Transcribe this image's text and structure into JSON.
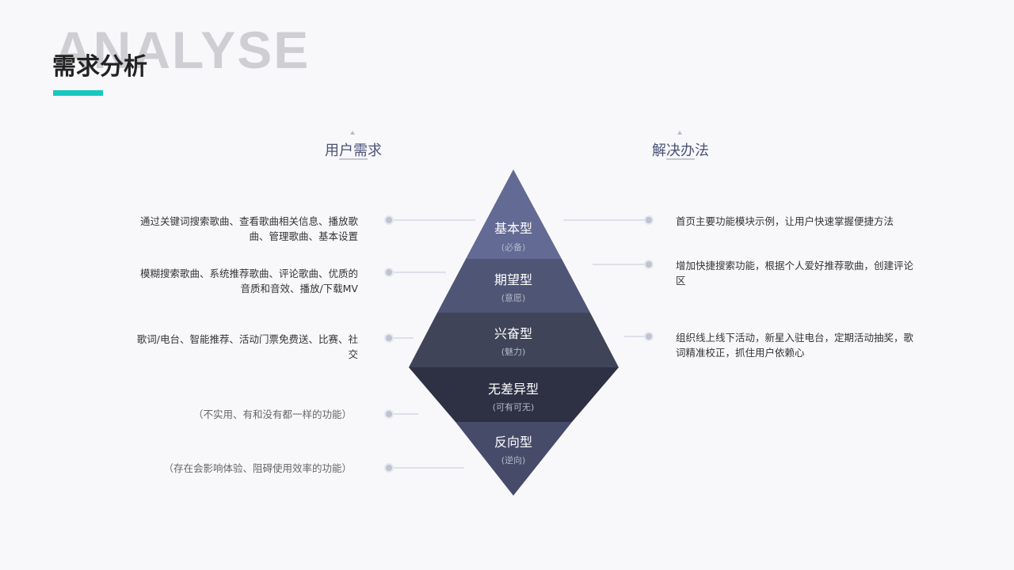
{
  "header": {
    "watermark": "ANALYSE",
    "title": "需求分析"
  },
  "columns": {
    "left_heading": "用户需求",
    "right_heading": "解决办法"
  },
  "tiers": [
    {
      "name": "基本型",
      "sub": "(必备)"
    },
    {
      "name": "期望型",
      "sub": "(意愿)"
    },
    {
      "name": "兴奋型",
      "sub": "(魅力)"
    },
    {
      "name": "无差异型",
      "sub": "(可有可无)"
    },
    {
      "name": "反向型",
      "sub": "(逆向)"
    }
  ],
  "user_needs": [
    "通过关键词搜索歌曲、查看歌曲相关信息、播放歌曲、管理歌曲、基本设置",
    "模糊搜索歌曲、系统推荐歌曲、评论歌曲、优质的音质和音效、播放/下载MV",
    "歌词/电台、智能推荐、活动门票免费送、比赛、社交",
    "（不实用、有和没有都一样的功能）",
    "（存在会影响体验、阻碍使用效率的功能）"
  ],
  "solutions": [
    "首页主要功能模块示例，让用户快速掌握便捷方法",
    "增加快捷搜索功能，根据个人爱好推荐歌曲，创建评论区",
    "组织线上线下活动，新星入驻电台，定期活动抽奖，歌词精准校正，抓住用户依赖心"
  ],
  "colors": {
    "accent": "#18c7bf",
    "tier_1": "#636a93",
    "tier_2": "#4f5575",
    "tier_3": "#3f4458",
    "tier_4": "#2e3144",
    "tier_5": "#454b69",
    "connector": "#c5c7d6",
    "dot": "#bfc2d0"
  }
}
